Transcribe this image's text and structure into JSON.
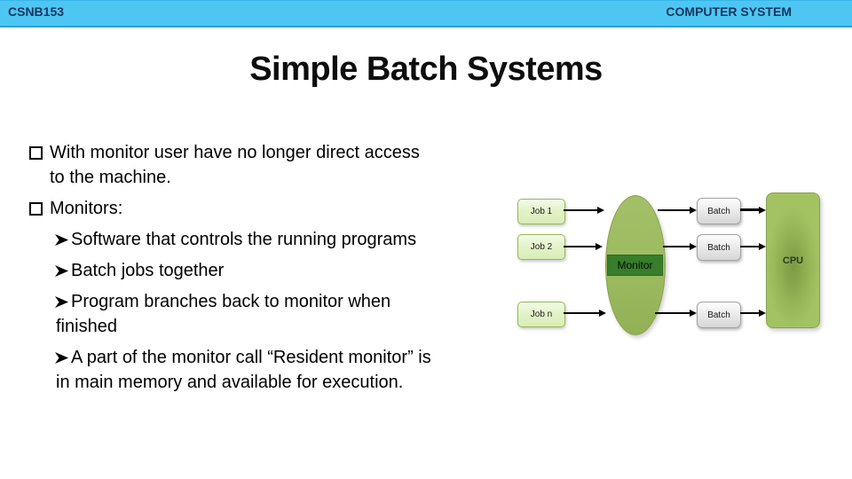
{
  "header": {
    "course_code": "CSNB153",
    "course_title": "COMPUTER SYSTEM"
  },
  "slide": {
    "title": "Simple Batch Systems",
    "bullets": [
      {
        "level": 1,
        "marker": "square-outline",
        "text": "With monitor user have no longer direct access\nto the machine."
      },
      {
        "level": 1,
        "marker": "square-outline",
        "text": "Monitors:"
      },
      {
        "level": 2,
        "marker": "arrow-head",
        "text": "Software that controls the running programs"
      },
      {
        "level": 2,
        "marker": "arrow-head",
        "text": "Batch jobs together"
      },
      {
        "level": 2,
        "marker": "arrow-head",
        "text": "Program branches back to monitor when\nfinished"
      },
      {
        "level": 2,
        "marker": "arrow-head",
        "text": "A part of the monitor call “Resident monitor” is\nin main memory and available for execution."
      }
    ]
  },
  "diagram": {
    "jobs": [
      "Job 1",
      "Job 2",
      "Job n"
    ],
    "monitor_label": "Monitor",
    "batch_labels": [
      "Batch",
      "Batch",
      "Batch"
    ],
    "cpu_label": "CPU",
    "flow": "Job boxes -> Monitor ellipse -> Batch boxes -> CPU"
  },
  "colors": {
    "header_bg": "#4ec6f4",
    "header_text": "#17365d",
    "header_border": "#2aa2d8",
    "title_text": "#0d0d0d",
    "body_text": "#000000",
    "job_box_fill": "#e3f3c9",
    "job_box_border": "#94b957",
    "ellipse_fill": "#9cbb5f",
    "monitor_fill": "#377d2b",
    "batch_fill": "#ececec",
    "batch_border": "#a3a3a3",
    "cpu_fill_center": "#7c9a43",
    "cpu_fill_edge": "#a3c363",
    "arrow": "#000000"
  }
}
